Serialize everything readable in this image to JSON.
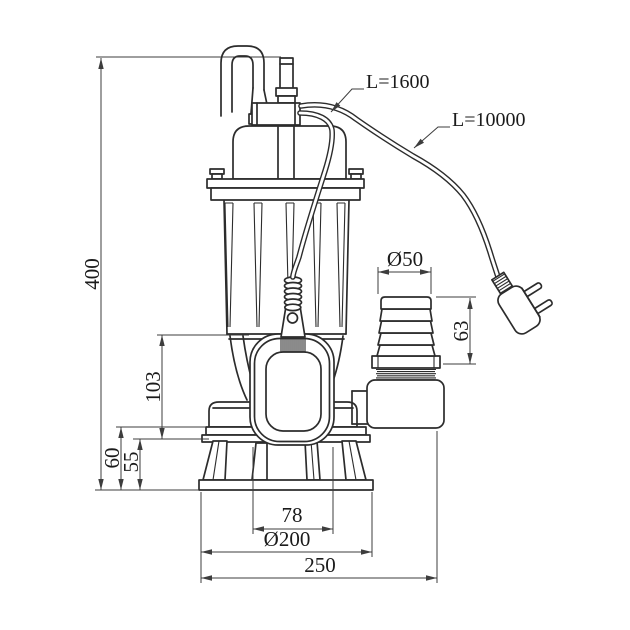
{
  "drawing": {
    "background": "#ffffff",
    "outline_color": "#2c2c2c",
    "dimension_color": "#3d3d3d",
    "text_color": "#1b1b1b",
    "labels": {
      "overall_height": "400",
      "float_height": "103",
      "outlet_height": "60",
      "leg_height": "55",
      "float_width": "78",
      "base_diameter": "Ø200",
      "overall_width": "250",
      "hose_diameter": "Ø50",
      "hose_height": "63",
      "float_cable_length": "L=1600",
      "power_cable_length": "L=10000"
    }
  }
}
